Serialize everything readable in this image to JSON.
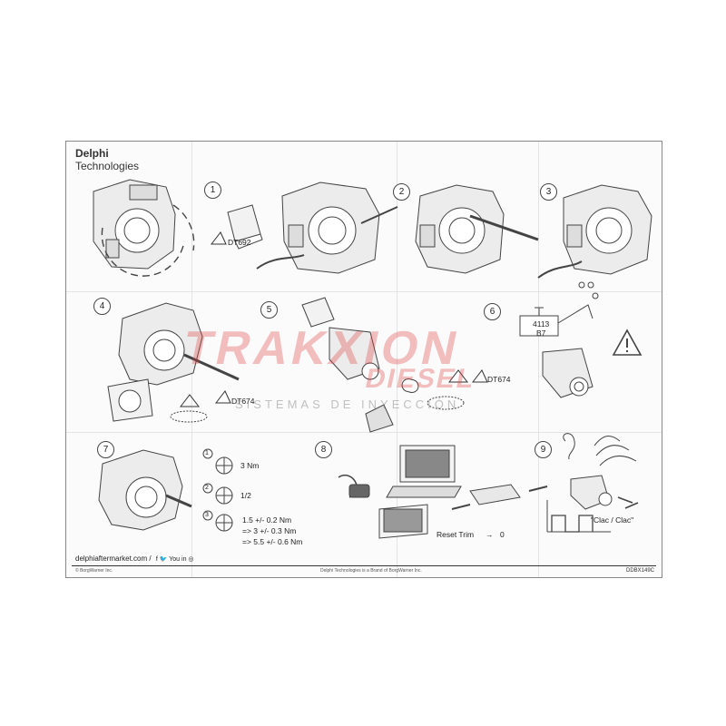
{
  "header": {
    "brand_line1": "Delphi",
    "brand_line2": "Technologies"
  },
  "steps": [
    "1",
    "2",
    "3",
    "4",
    "5",
    "6",
    "7",
    "8",
    "9"
  ],
  "tools": {
    "step1_tool": "DT692",
    "step4_tool": "DT674",
    "step5_tool": "DT674"
  },
  "step6": {
    "label_line1": "4113",
    "label_line2": "B7"
  },
  "step7": {
    "t1": "3 Nm",
    "t2": "1/2",
    "t3a": "1.5 +/- 0.2 Nm",
    "t3b": "=> 3 +/- 0.3 Nm",
    "t3c": "=> 5.5 +/- 0.6 Nm",
    "sub1": "1",
    "sub2": "2",
    "sub3": "3"
  },
  "step8": {
    "reset": "Reset Trim",
    "arrow": "→",
    "value": "0"
  },
  "step9": {
    "sound": "\"Clac / Clac\""
  },
  "watermark": {
    "line1": "TRAKXION",
    "line2": "DIESEL",
    "line3": "SISTEMAS DE INYECCIÓN"
  },
  "footer": {
    "site": "delphiaftermarket.com /",
    "social": "f  🐦  You  in  ◎",
    "copyright": "© BorgWarner Inc.",
    "brand_note": "Delphi Technologies is a Brand of BorgWarner Inc.",
    "doc_code": "DDBX149C"
  },
  "icons": [
    "recycle-icon",
    "tool-triangle-icon",
    "warning-icon",
    "ear-icon",
    "sound-wave-icon",
    "hand-icon",
    "torque-icon"
  ]
}
